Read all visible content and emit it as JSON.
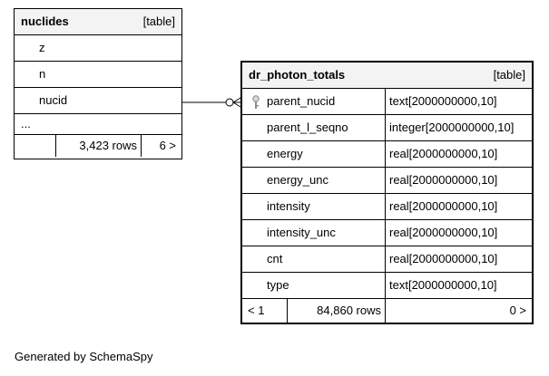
{
  "tables": {
    "nuclides": {
      "name": "nuclides",
      "kind": "[table]",
      "columns": [
        "z",
        "n",
        "nucid"
      ],
      "ellipsis": "...",
      "row_count": "3,423 rows",
      "children": "6 >"
    },
    "dr_photon_totals": {
      "name": "dr_photon_totals",
      "kind": "[table]",
      "columns": [
        {
          "name": "parent_nucid",
          "type": "text[2000000000,10]",
          "icon": "key-icon"
        },
        {
          "name": "parent_l_seqno",
          "type": "integer[2000000000,10]"
        },
        {
          "name": "energy",
          "type": "real[2000000000,10]"
        },
        {
          "name": "energy_unc",
          "type": "real[2000000000,10]"
        },
        {
          "name": "intensity",
          "type": "real[2000000000,10]"
        },
        {
          "name": "intensity_unc",
          "type": "real[2000000000,10]"
        },
        {
          "name": "cnt",
          "type": "real[2000000000,10]"
        },
        {
          "name": "type",
          "type": "text[2000000000,10]"
        }
      ],
      "parents": "< 1",
      "row_count": "84,860 rows",
      "children": "0 >"
    }
  },
  "relationship": {
    "from": "nuclides.nucid",
    "to": "dr_photon_totals.parent_nucid"
  },
  "footer": {
    "credit": "Generated by SchemaSpy"
  }
}
